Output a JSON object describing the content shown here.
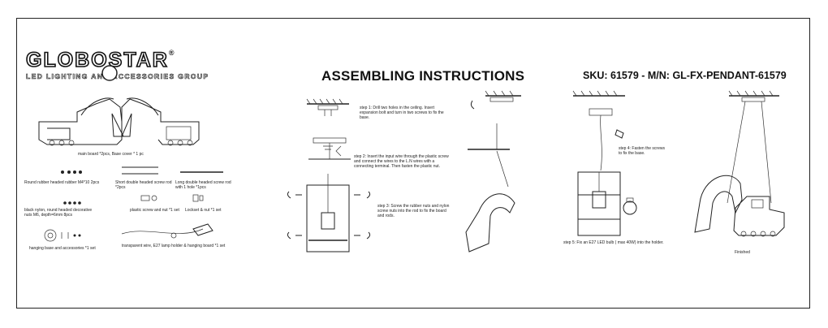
{
  "brand": {
    "name": "GLOBOSTAR",
    "registered": "®",
    "tagline": "LED LIGHTING AND ACCESSORIES GROUP"
  },
  "header": {
    "title": "ASSEMBLING INSTRUCTIONS",
    "sku": "SKU: 61579 - M/N: GL-FX-PENDANT-61579"
  },
  "parts": {
    "main_board": "main board *2pcs, Base cover * 1 pc",
    "round_rubber": "Round rubber headed rubber M4*10 2pcs",
    "short_rod": "Short double headed screw rod *2pcs",
    "long_rod": "Long double headed screw rod with 1 hole *1pcs",
    "black_nylon": "black nylon, round headed decorative nuts M6, depth=6mm 8pcs",
    "plastic_screw": "plastic screw and nut *1 set",
    "lockset": "Lockset & nut *1 set",
    "hanging_base": "hanging base and accessories *1 set",
    "wire": "transparent wire, E27 lamp holder & hanging board *1 set"
  },
  "steps": {
    "s1": "step 1: Drill two holes in the ceiling. Insert expansion bolt and turn in two screws to fix the base.",
    "s2": "step 2: Insert the input wire through the plastic screw and connect the wires to the L.N wires with a connecting terminal. Then fasten the plastic nut.",
    "s3": "step 3: Screw the rubber nuts and nylon screw nuts into the rod to fix the board and rods.",
    "s4": "step 4: Fasten the screws to fix the base.",
    "s5": "step 5: Fix an E27 LED bulb ( max 40W) into the holder.",
    "finished": "Finished"
  }
}
